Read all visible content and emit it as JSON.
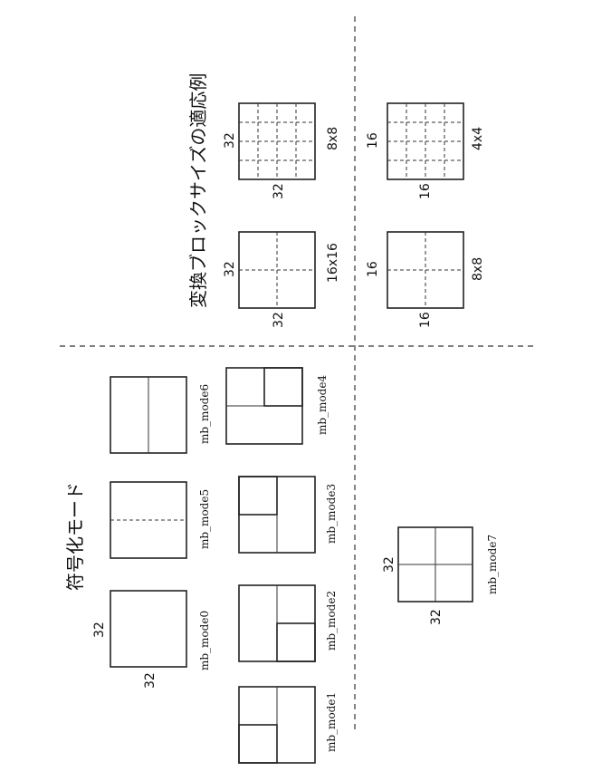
{
  "coding_modes": {
    "title": "符号化モード",
    "size_top": "32",
    "size_side": "32",
    "labels": [
      "mb_mode0",
      "mb_mode1",
      "mb_mode2",
      "mb_mode3",
      "mb_mode4",
      "mb_mode5",
      "mb_mode6",
      "mb_mode7"
    ],
    "mode7_size_top": "32",
    "mode7_size_side": "32"
  },
  "transform_sizes": {
    "title": "変換ブロックサイズの適応例",
    "top_left": {
      "height": "32",
      "width": "32",
      "label": "16x16"
    },
    "top_right": {
      "height": "32",
      "width": "32",
      "label": "8x8"
    },
    "bottom_left": {
      "height": "16",
      "width": "16",
      "label": "8x8"
    },
    "bottom_right": {
      "height": "16",
      "width": "16",
      "label": "4x4"
    }
  }
}
